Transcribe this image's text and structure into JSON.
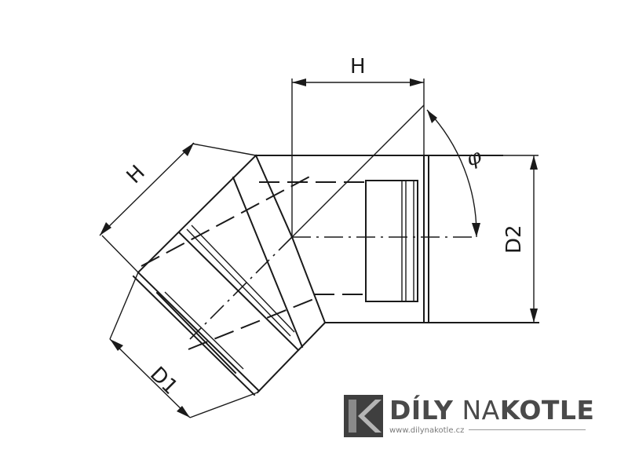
{
  "diagram": {
    "labels": {
      "h_top": "H",
      "h_left": "H",
      "d1": "D1",
      "d2": "D2",
      "angle": "φ"
    }
  },
  "logo": {
    "name_bold_1": "DÍLY",
    "name_regular": "NA",
    "name_bold_2": "KOTLE",
    "url": "www.dilynakotle.cz",
    "colors": {
      "mark_dark": "#3f3f3f",
      "mark_light": "#8a8a8a",
      "text": "#4a4a4a"
    }
  }
}
